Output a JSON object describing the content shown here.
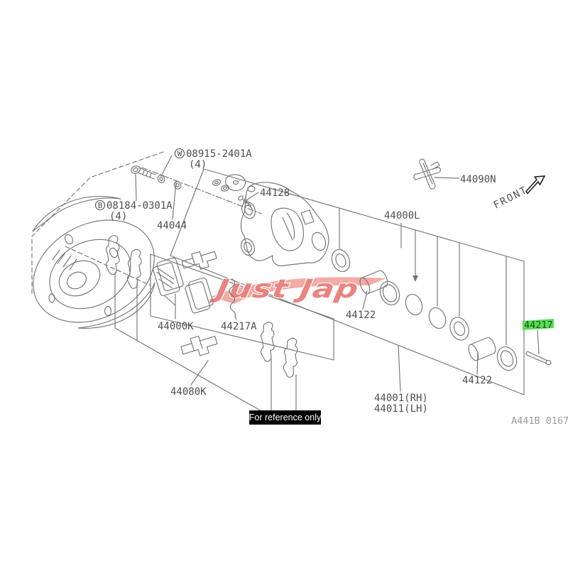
{
  "diagram": {
    "type": "exploded-parts-diagram",
    "watermark_text": "Just Jap",
    "reference_note": "For reference only",
    "diagram_code": "A441B 0167",
    "front_label": "FRONT",
    "highlighted_part": "44217",
    "labels": {
      "washer_ref_symbol": "W",
      "washer_ref_number": "08915-2401A",
      "washer_ref_qty": "(4)",
      "bolt_ref_symbol": "B",
      "bolt_ref_number": "08184-0301A",
      "bolt_ref_qty": "(4)",
      "washer": "44044",
      "bleeder_screw": "44128",
      "bracket_tool": "44090N",
      "support_assembly": "44000L",
      "piston_upper": "44122",
      "piston_lower": "44122",
      "pad_kit": "44000K",
      "pad_spring": "44217A",
      "shim_kit": "44080K",
      "caliper_rh": "44001(RH)",
      "caliper_lh": "44011(LH)"
    },
    "colors": {
      "highlight_green": "#55df55",
      "watermark_pink": "#f3a7a4",
      "watermark_red": "#ea7d78",
      "note_bg": "#000000",
      "note_fg": "#ffffff",
      "line_gray": "#757575",
      "text_gray": "#4e4e4e"
    }
  }
}
